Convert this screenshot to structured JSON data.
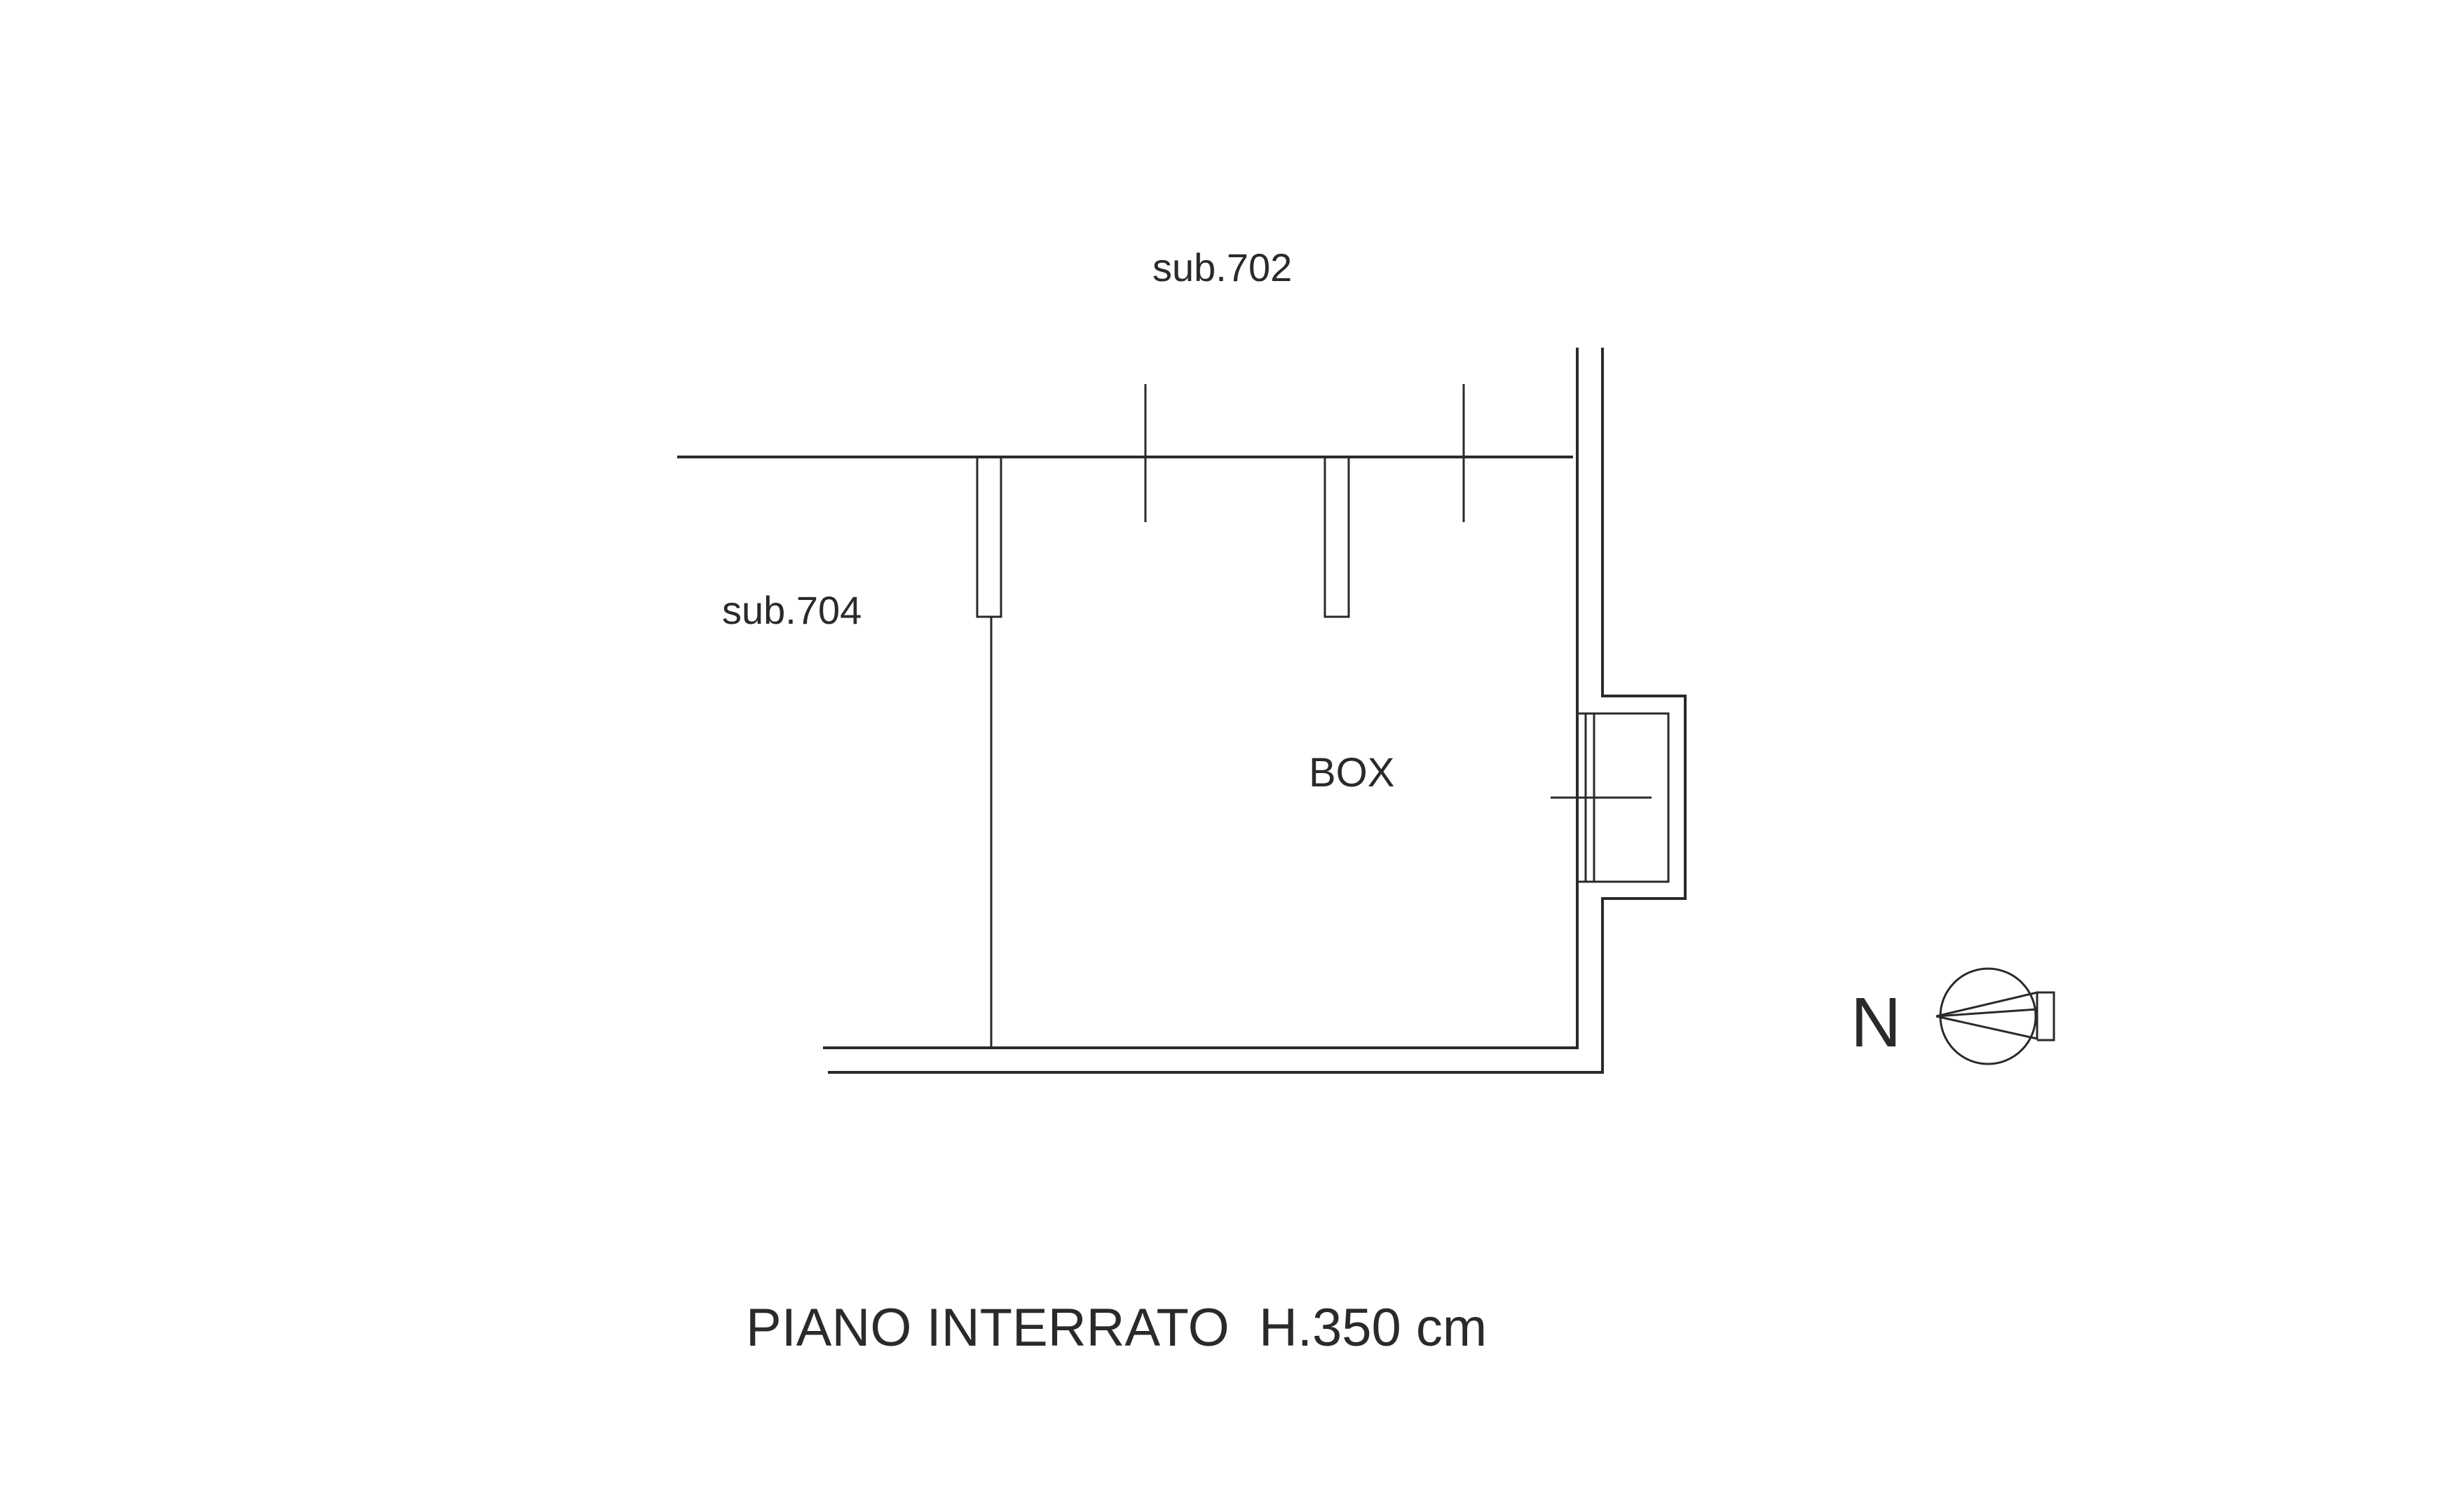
{
  "labels": {
    "unit_top": "sub.702",
    "unit_left": "sub.704",
    "room": "BOX",
    "north": "N",
    "floor_title": "PIANO INTERRATO  H.350 cm"
  },
  "colors": {
    "ink": "#2a2a2a",
    "paper": "#ffffff"
  },
  "icons": {
    "north_arrow": "north-arrow-icon"
  }
}
